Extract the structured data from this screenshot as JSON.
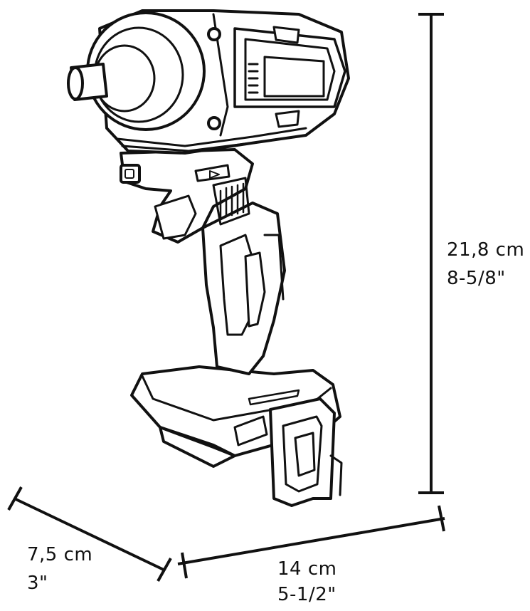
{
  "dimensions": {
    "height": {
      "metric": "21,8 cm",
      "imperial": "8-5/8\""
    },
    "length": {
      "metric": "14 cm",
      "imperial": "5-1/2\""
    },
    "width": {
      "metric": "7,5 cm",
      "imperial": "3\""
    }
  },
  "colors": {
    "line": "#111111",
    "background": "#ffffff"
  }
}
